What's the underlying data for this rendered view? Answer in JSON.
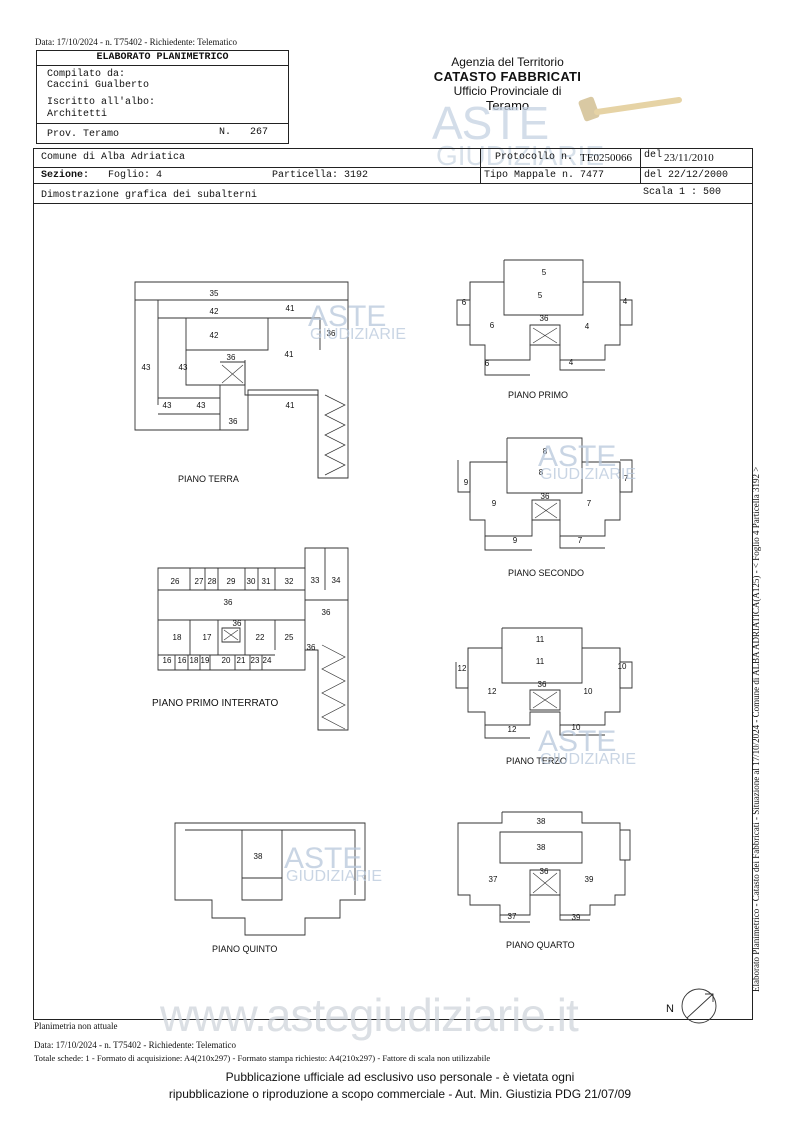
{
  "top_note": "Data: 17/10/2024 - n. T75402 - Richiedente: Telematico",
  "header": {
    "doc_title": "ELABORATO PLANIMETRICO",
    "compilato_label": "Compilato da:",
    "compilato_name": "Caccini Gualberto",
    "iscritto_label": "Iscritto all'albo:",
    "iscritto_value": "Architetti",
    "prov_label": "Prov. Teramo",
    "n_label": "N.",
    "n_value": "267",
    "agency": "Agenzia del Territorio",
    "catasto": "CATASTO FABBRICATI",
    "ufficio": "Ufficio Provinciale di",
    "city": "Teramo"
  },
  "info": {
    "comune": "Comune di Alba Adriatica",
    "sezione": "Sezione:",
    "foglio": "Foglio: 4",
    "particella": "Particella: 3192",
    "protocollo_label": "Protocollo n.",
    "protocollo_value": "TE0250066",
    "del1_label": "del",
    "del1_value": "23/11/2010",
    "tipo_mappale": "Tipo Mappale n. 7477",
    "del2": "del 22/12/2000",
    "dimostrazione": "Dimostrazione grafica dei subalterni",
    "scala": "Scala 1 : 500"
  },
  "floors": {
    "terra": "PIANO TERRA",
    "primo": "PIANO PRIMO",
    "secondo": "PIANO SECONDO",
    "interrato": "PIANO PRIMO INTERRATO",
    "terzo": "PIANO TERZO",
    "quinto": "PIANO QUINTO",
    "quarto": "PIANO QUARTO"
  },
  "side_text": "Elaborato Planimetrico - Catasto dei Fabbricati - Situazione al 17/10/2024 - Comune di ALBA ADRIATICA(A125) - < Foglio 4 Particella 3192 >",
  "watermark": {
    "aste": "ASTE",
    "giudiziarie": "GIUDIZIARIE",
    "site": "www.astegiudiziarie.it"
  },
  "footer": {
    "non_attuale": "Planimetria non attuale",
    "data_line": "Data: 17/10/2024 - n. T75402 - Richiedente: Telematico",
    "schede_line": "Totale schede: 1 - Formato di acquisizione: A4(210x297) - Formato stampa richiesto: A4(210x297) - Fattore di scala non utilizzabile",
    "pub_line1": "Pubblicazione ufficiale ad esclusivo uso personale - è vietata ogni",
    "pub_line2": "ripubblicazione o riproduzione a scopo commerciale - Aut. Min. Giustizia PDG 21/07/09",
    "north": "N"
  },
  "labels": {
    "terra": [
      "35",
      "42",
      "41",
      "42",
      "36",
      "41",
      "43",
      "43",
      "36",
      "43",
      "43",
      "41",
      "36"
    ],
    "primo": [
      "5",
      "5",
      "6",
      "4",
      "6",
      "36",
      "4",
      "6",
      "4"
    ],
    "secondo": [
      "8",
      "8",
      "9",
      "7",
      "36",
      "9",
      "7",
      "9",
      "7"
    ],
    "interrato": [
      "26",
      "27",
      "28",
      "29",
      "30",
      "31",
      "32",
      "33",
      "34",
      "36",
      "36",
      "36",
      "18",
      "17",
      "22",
      "25",
      "36",
      "16",
      "16",
      "18",
      "19",
      "20",
      "21",
      "23",
      "24"
    ],
    "terzo": [
      "11",
      "11",
      "12",
      "10",
      "36",
      "12",
      "10",
      "12",
      "10"
    ],
    "quinto": [
      "38"
    ],
    "quarto": [
      "38",
      "38",
      "37",
      "36",
      "39",
      "37",
      "39"
    ]
  }
}
